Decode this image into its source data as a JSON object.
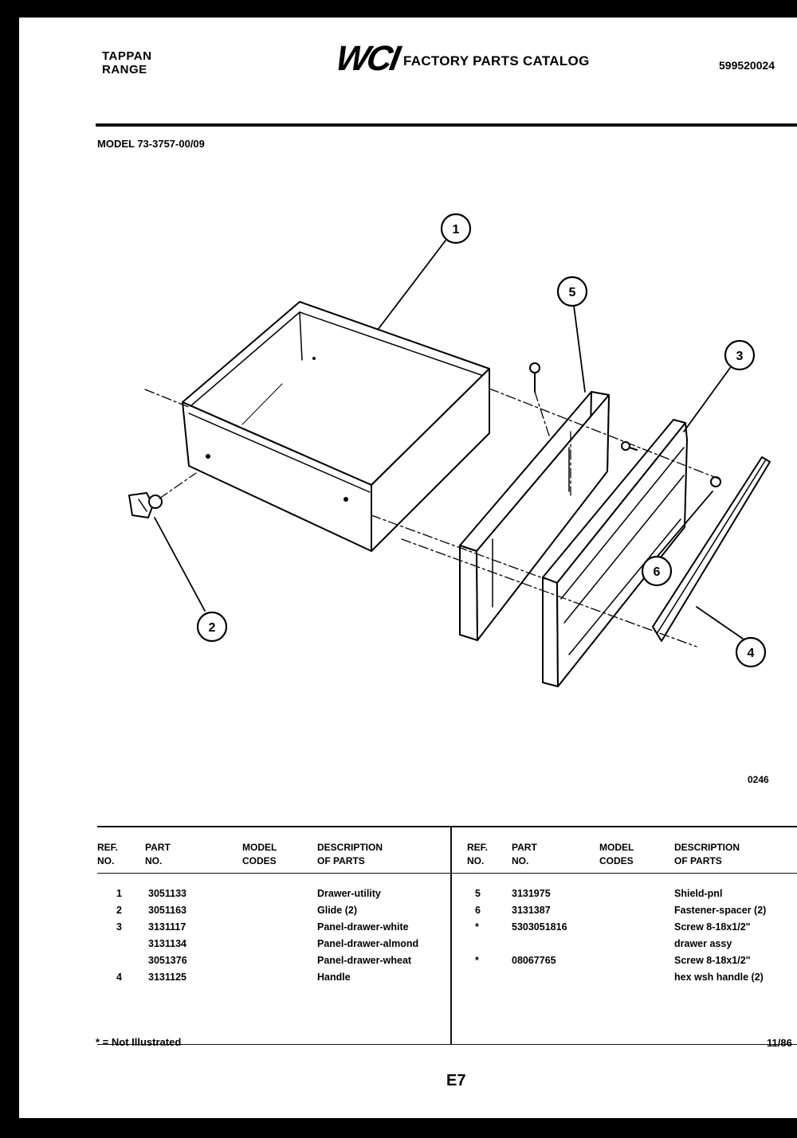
{
  "header": {
    "brand": "TAPPAN",
    "product": "RANGE",
    "logo": "WCI",
    "catalog_title": "FACTORY PARTS CATALOG",
    "publication_no": "599520024"
  },
  "model": "MODEL 73-3757-00/09",
  "callouts": [
    "1",
    "2",
    "3",
    "4",
    "5",
    "6"
  ],
  "figure_code": "0246",
  "table": {
    "headers": {
      "ref": [
        "REF.",
        "NO."
      ],
      "part": [
        "PART",
        "NO."
      ],
      "model_codes": [
        "MODEL",
        "CODES"
      ],
      "description": [
        "DESCRIPTION",
        "OF PARTS"
      ]
    },
    "left_rows": [
      {
        "ref": "1",
        "part": "3051133",
        "codes": "",
        "desc": "Drawer-utility"
      },
      {
        "ref": "2",
        "part": "3051163",
        "codes": "",
        "desc": "Glide (2)"
      },
      {
        "ref": "3",
        "part": "3131117",
        "codes": "",
        "desc": "Panel-drawer-white"
      },
      {
        "ref": "",
        "part": "3131134",
        "codes": "",
        "desc": "Panel-drawer-almond"
      },
      {
        "ref": "",
        "part": "3051376",
        "codes": "",
        "desc": "Panel-drawer-wheat"
      },
      {
        "ref": "4",
        "part": "3131125",
        "codes": "",
        "desc": "Handle"
      }
    ],
    "right_rows": [
      {
        "ref": "5",
        "part": "3131975",
        "codes": "",
        "desc": "Shield-pnl"
      },
      {
        "ref": "6",
        "part": "3131387",
        "codes": "",
        "desc": "Fastener-spacer (2)"
      },
      {
        "ref": "*",
        "part": "5303051816",
        "codes": "",
        "desc": "Screw 8-18x1/2\""
      },
      {
        "ref": "",
        "part": "",
        "codes": "",
        "desc": "drawer assy"
      },
      {
        "ref": "*",
        "part": "08067765",
        "codes": "",
        "desc": "Screw 8-18x1/2\""
      },
      {
        "ref": "",
        "part": "",
        "codes": "",
        "desc": "hex wsh handle (2)"
      }
    ]
  },
  "footer": {
    "note": "* = Not Illustrated",
    "page": "E7",
    "date": "11/86"
  }
}
